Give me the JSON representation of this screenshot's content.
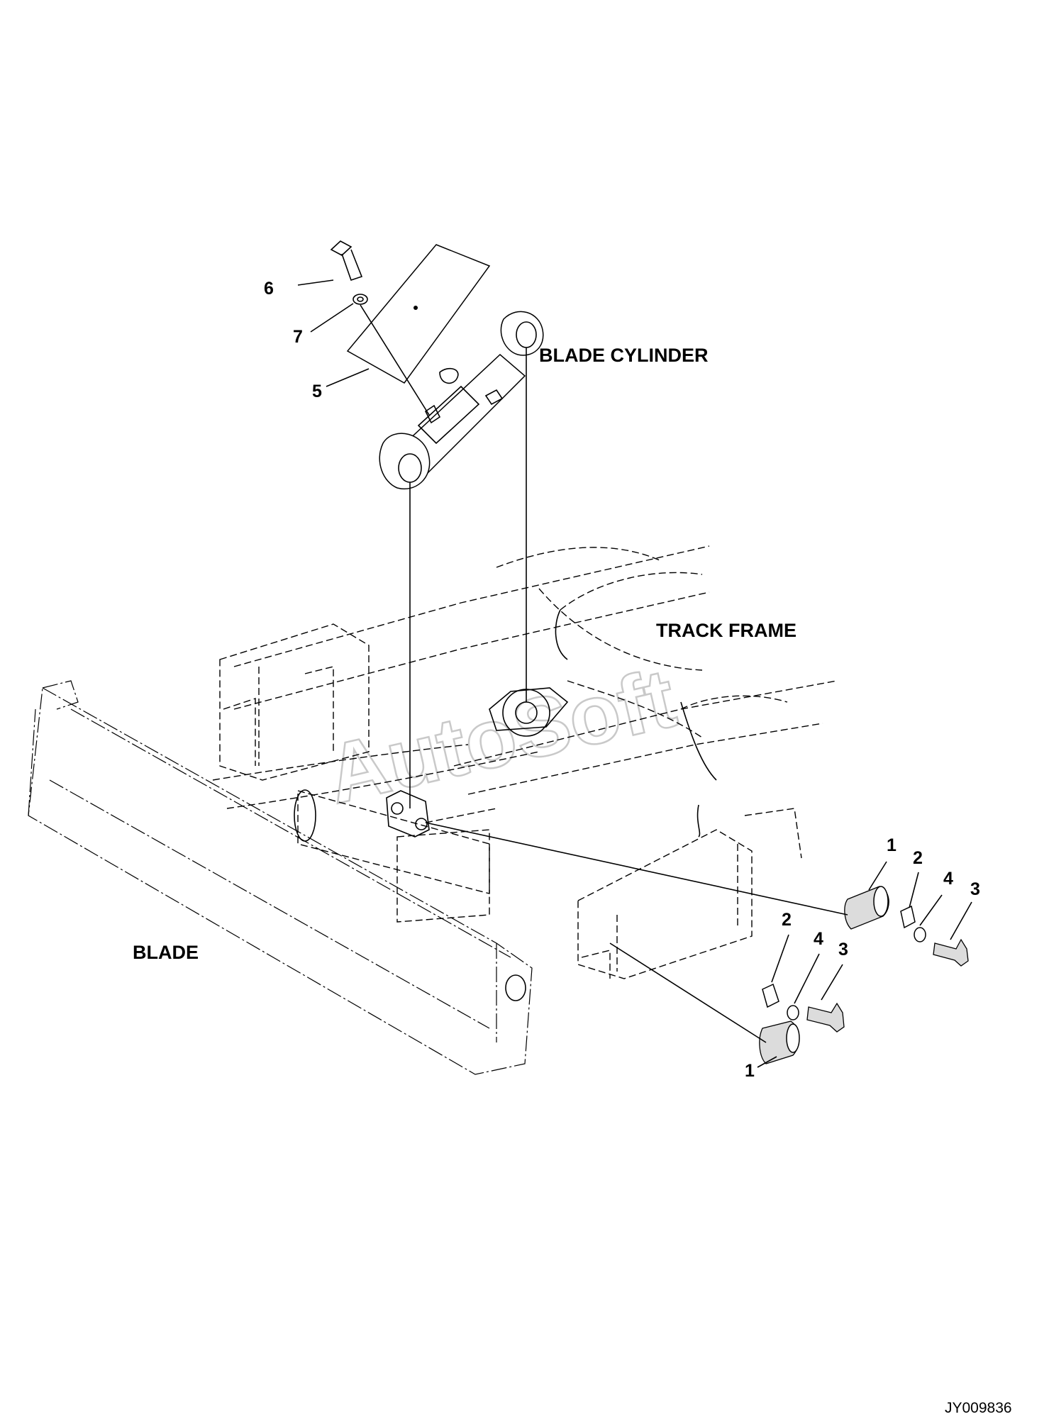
{
  "labels": {
    "blade_cylinder": "BLADE CYLINDER",
    "track_frame": "TRACK FRAME",
    "blade": "BLADE"
  },
  "callouts": {
    "p1_right": "1",
    "p2_right": "2",
    "p4_right": "4",
    "p3_right": "3",
    "p2_lower": "2",
    "p4_lower": "4",
    "p3_lower": "3",
    "p1_lower": "1",
    "p5": "5",
    "p6": "6",
    "p7": "7"
  },
  "figure_code": "JY009836",
  "watermark": "AutoSoft",
  "colors": {
    "line": "#000000",
    "watermark": "#c9c9c9",
    "background": "#ffffff"
  }
}
